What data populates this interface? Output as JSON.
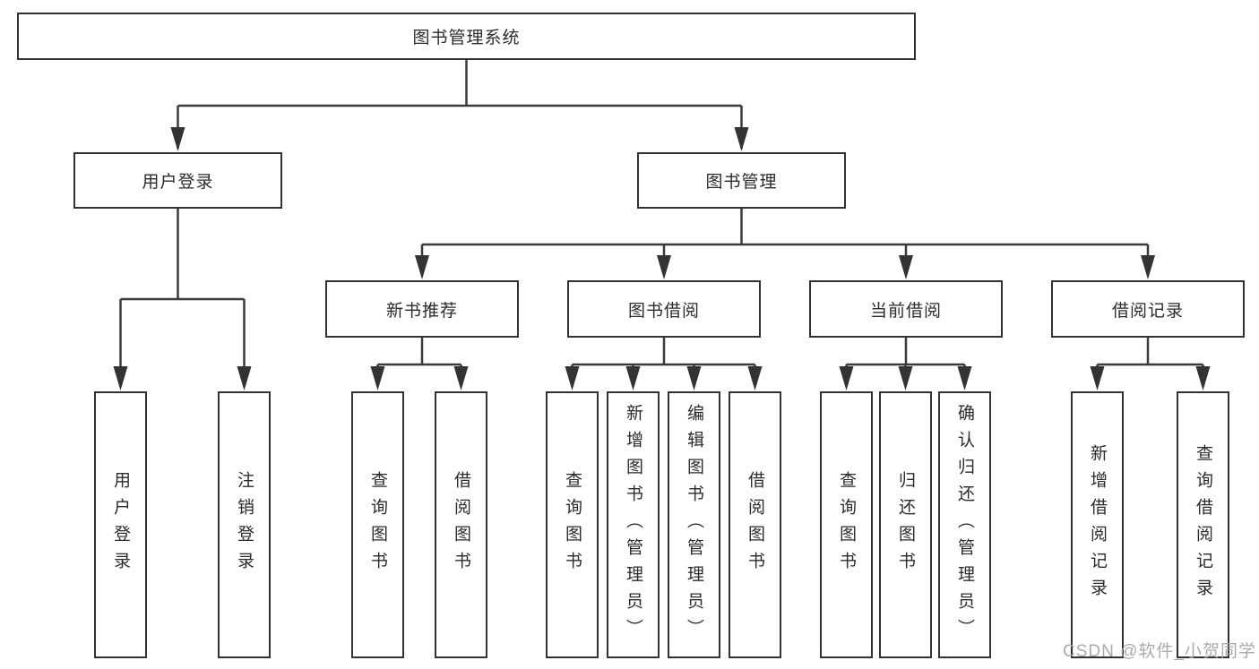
{
  "tree": {
    "root": {
      "label": "图书管理系统"
    },
    "branches": [
      {
        "label": "用户登录",
        "children": [
          {
            "label": "用户登录"
          },
          {
            "label": "注销登录"
          }
        ]
      },
      {
        "label": "图书管理",
        "children": [
          {
            "label": "新书推荐",
            "children": [
              {
                "label": "查询图书"
              },
              {
                "label": "借阅图书"
              }
            ]
          },
          {
            "label": "图书借阅",
            "children": [
              {
                "label": "查询图书"
              },
              {
                "label": "新增图书（管理员）"
              },
              {
                "label": "编辑图书（管理员）"
              },
              {
                "label": "借阅图书"
              }
            ]
          },
          {
            "label": "当前借阅",
            "children": [
              {
                "label": "查询图书"
              },
              {
                "label": "归还图书"
              },
              {
                "label": "确认归还（管理员）"
              }
            ]
          },
          {
            "label": "借阅记录",
            "children": [
              {
                "label": "新增借阅记录"
              },
              {
                "label": "查询借阅记录"
              }
            ]
          }
        ]
      }
    ]
  },
  "watermark": {
    "text": "CSDN @软件_小贺同学"
  },
  "colors": {
    "line": "#3a3a3a",
    "arrow": "#333333",
    "box_border": "#333333",
    "text": "#2b2b2b",
    "watermark": "#a2a2a2",
    "background": "#ffffff"
  }
}
